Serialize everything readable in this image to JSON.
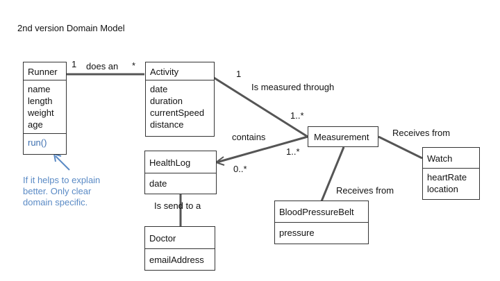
{
  "title": "2nd version Domain Model",
  "classes": {
    "runner": {
      "name": "Runner",
      "attributes": [
        "name",
        "length",
        "weight",
        "age"
      ],
      "methods": [
        "run()"
      ]
    },
    "activity": {
      "name": "Activity",
      "attributes": [
        "date",
        "duration",
        "currentSpeed",
        "distance"
      ]
    },
    "healthlog": {
      "name": "HealthLog",
      "attributes": [
        "date"
      ]
    },
    "doctor": {
      "name": "Doctor",
      "attributes": [
        "emailAddress"
      ]
    },
    "measurement": {
      "name": "Measurement"
    },
    "watch": {
      "name": "Watch",
      "attributes": [
        "heartRate",
        "location"
      ]
    },
    "bpbelt": {
      "name": "BloodPressureBelt",
      "attributes": [
        "pressure"
      ]
    }
  },
  "associations": {
    "runner_activity": {
      "label": "does an",
      "mult_a": "1",
      "mult_b": "*"
    },
    "activity_measurement": {
      "label": "Is measured through",
      "mult_a": "1",
      "mult_b": "1..*"
    },
    "measurement_healthlog": {
      "label": "contains",
      "mult_a": "1..*",
      "mult_b": "0..*"
    },
    "healthlog_doctor": {
      "label": "Is send to a"
    },
    "measurement_watch": {
      "label": "Receives from"
    },
    "measurement_bpbelt": {
      "label": "Receives from"
    }
  },
  "note": "If it helps to explain better. Only clear domain specific.",
  "colors": {
    "line": "#555555",
    "note": "#5a8ac5"
  }
}
